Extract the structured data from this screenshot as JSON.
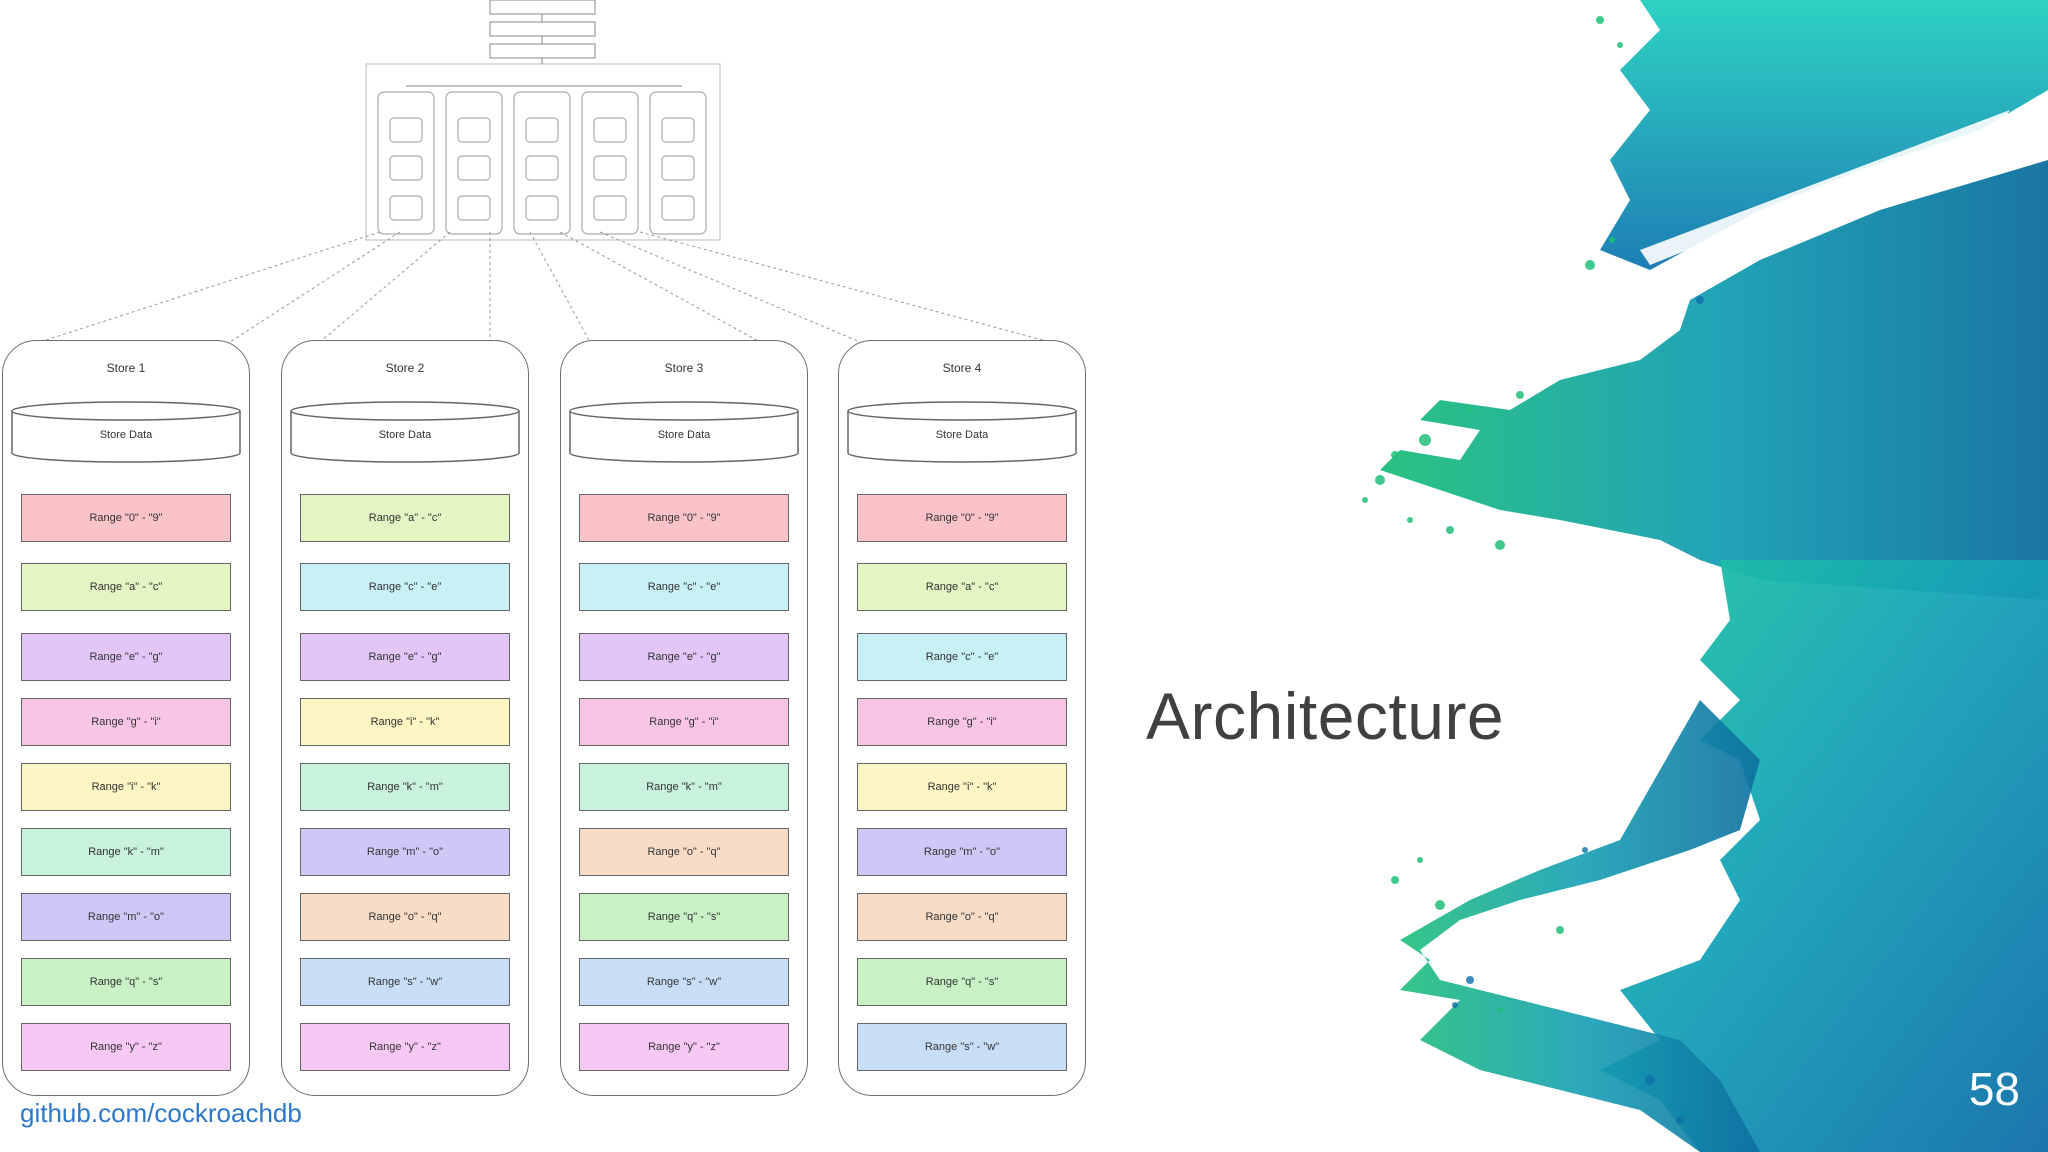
{
  "slide": {
    "title": "Architecture",
    "page_number": "58",
    "source_link": "github.com/cockroachdb"
  },
  "colors": {
    "red": "#f9c3c8",
    "lime": "#e3f5c3",
    "purple": "#e2c6f7",
    "pink": "#f8c6e4",
    "yellow": "#fbf6c4",
    "mint": "#c9f2dd",
    "periwinkle": "#cfc8f7",
    "green": "#c8f2c6",
    "magenta": "#f7c8f4",
    "cyan": "#c8f1f5",
    "peach": "#f8dcc6",
    "blue": "#c8def7",
    "splash_dark": "#0d6f9e",
    "splash_teal": "#17a2b8",
    "splash_green": "#1fbf7a"
  },
  "stores": [
    {
      "title": "Store 1",
      "data_label": "Store Data",
      "ranges": [
        {
          "label": "Range \"0\" - \"9\"",
          "color": "red"
        },
        {
          "label": "Range \"a\" - \"c\"",
          "color": "lime"
        },
        {
          "label": "Range \"e\" - \"g\"",
          "color": "purple"
        },
        {
          "label": "Range \"g\" - \"i\"",
          "color": "pink"
        },
        {
          "label": "Range \"i\" - \"k\"",
          "color": "yellow"
        },
        {
          "label": "Range \"k\" - \"m\"",
          "color": "mint"
        },
        {
          "label": "Range \"m\" - \"o\"",
          "color": "periwinkle"
        },
        {
          "label": "Range \"q\" - \"s\"",
          "color": "green"
        },
        {
          "label": "Range \"y\" - \"z\"",
          "color": "magenta"
        }
      ]
    },
    {
      "title": "Store 2",
      "data_label": "Store Data",
      "ranges": [
        {
          "label": "Range \"a\" - \"c\"",
          "color": "lime"
        },
        {
          "label": "Range \"c\" - \"e\"",
          "color": "cyan"
        },
        {
          "label": "Range \"e\" - \"g\"",
          "color": "purple"
        },
        {
          "label": "Range \"i\" - \"k\"",
          "color": "yellow"
        },
        {
          "label": "Range \"k\" - \"m\"",
          "color": "mint"
        },
        {
          "label": "Range \"m\" - \"o\"",
          "color": "periwinkle"
        },
        {
          "label": "Range \"o\" - \"q\"",
          "color": "peach"
        },
        {
          "label": "Range \"s\" - \"w\"",
          "color": "blue"
        },
        {
          "label": "Range \"y\" - \"z\"",
          "color": "magenta"
        }
      ]
    },
    {
      "title": "Store 3",
      "data_label": "Store Data",
      "ranges": [
        {
          "label": "Range \"0\" - \"9\"",
          "color": "red"
        },
        {
          "label": "Range \"c\" - \"e\"",
          "color": "cyan"
        },
        {
          "label": "Range \"e\" - \"g\"",
          "color": "purple"
        },
        {
          "label": "Range \"g\" - \"i\"",
          "color": "pink"
        },
        {
          "label": "Range \"k\" - \"m\"",
          "color": "mint"
        },
        {
          "label": "Range \"o\" - \"q\"",
          "color": "peach"
        },
        {
          "label": "Range \"q\" - \"s\"",
          "color": "green"
        },
        {
          "label": "Range \"s\" - \"w\"",
          "color": "blue"
        },
        {
          "label": "Range \"y\" - \"z\"",
          "color": "magenta"
        }
      ]
    },
    {
      "title": "Store 4",
      "data_label": "Store Data",
      "ranges": [
        {
          "label": "Range \"0\" - \"9\"",
          "color": "red"
        },
        {
          "label": "Range \"a\" - \"c\"",
          "color": "lime"
        },
        {
          "label": "Range \"c\" - \"e\"",
          "color": "cyan"
        },
        {
          "label": "Range \"g\" - \"i\"",
          "color": "pink"
        },
        {
          "label": "Range \"i\" - \"k\"",
          "color": "yellow"
        },
        {
          "label": "Range \"m\" - \"o\"",
          "color": "periwinkle"
        },
        {
          "label": "Range \"o\" - \"q\"",
          "color": "peach"
        },
        {
          "label": "Range \"q\" - \"s\"",
          "color": "green"
        },
        {
          "label": "Range \"s\" - \"w\"",
          "color": "blue"
        }
      ]
    }
  ]
}
